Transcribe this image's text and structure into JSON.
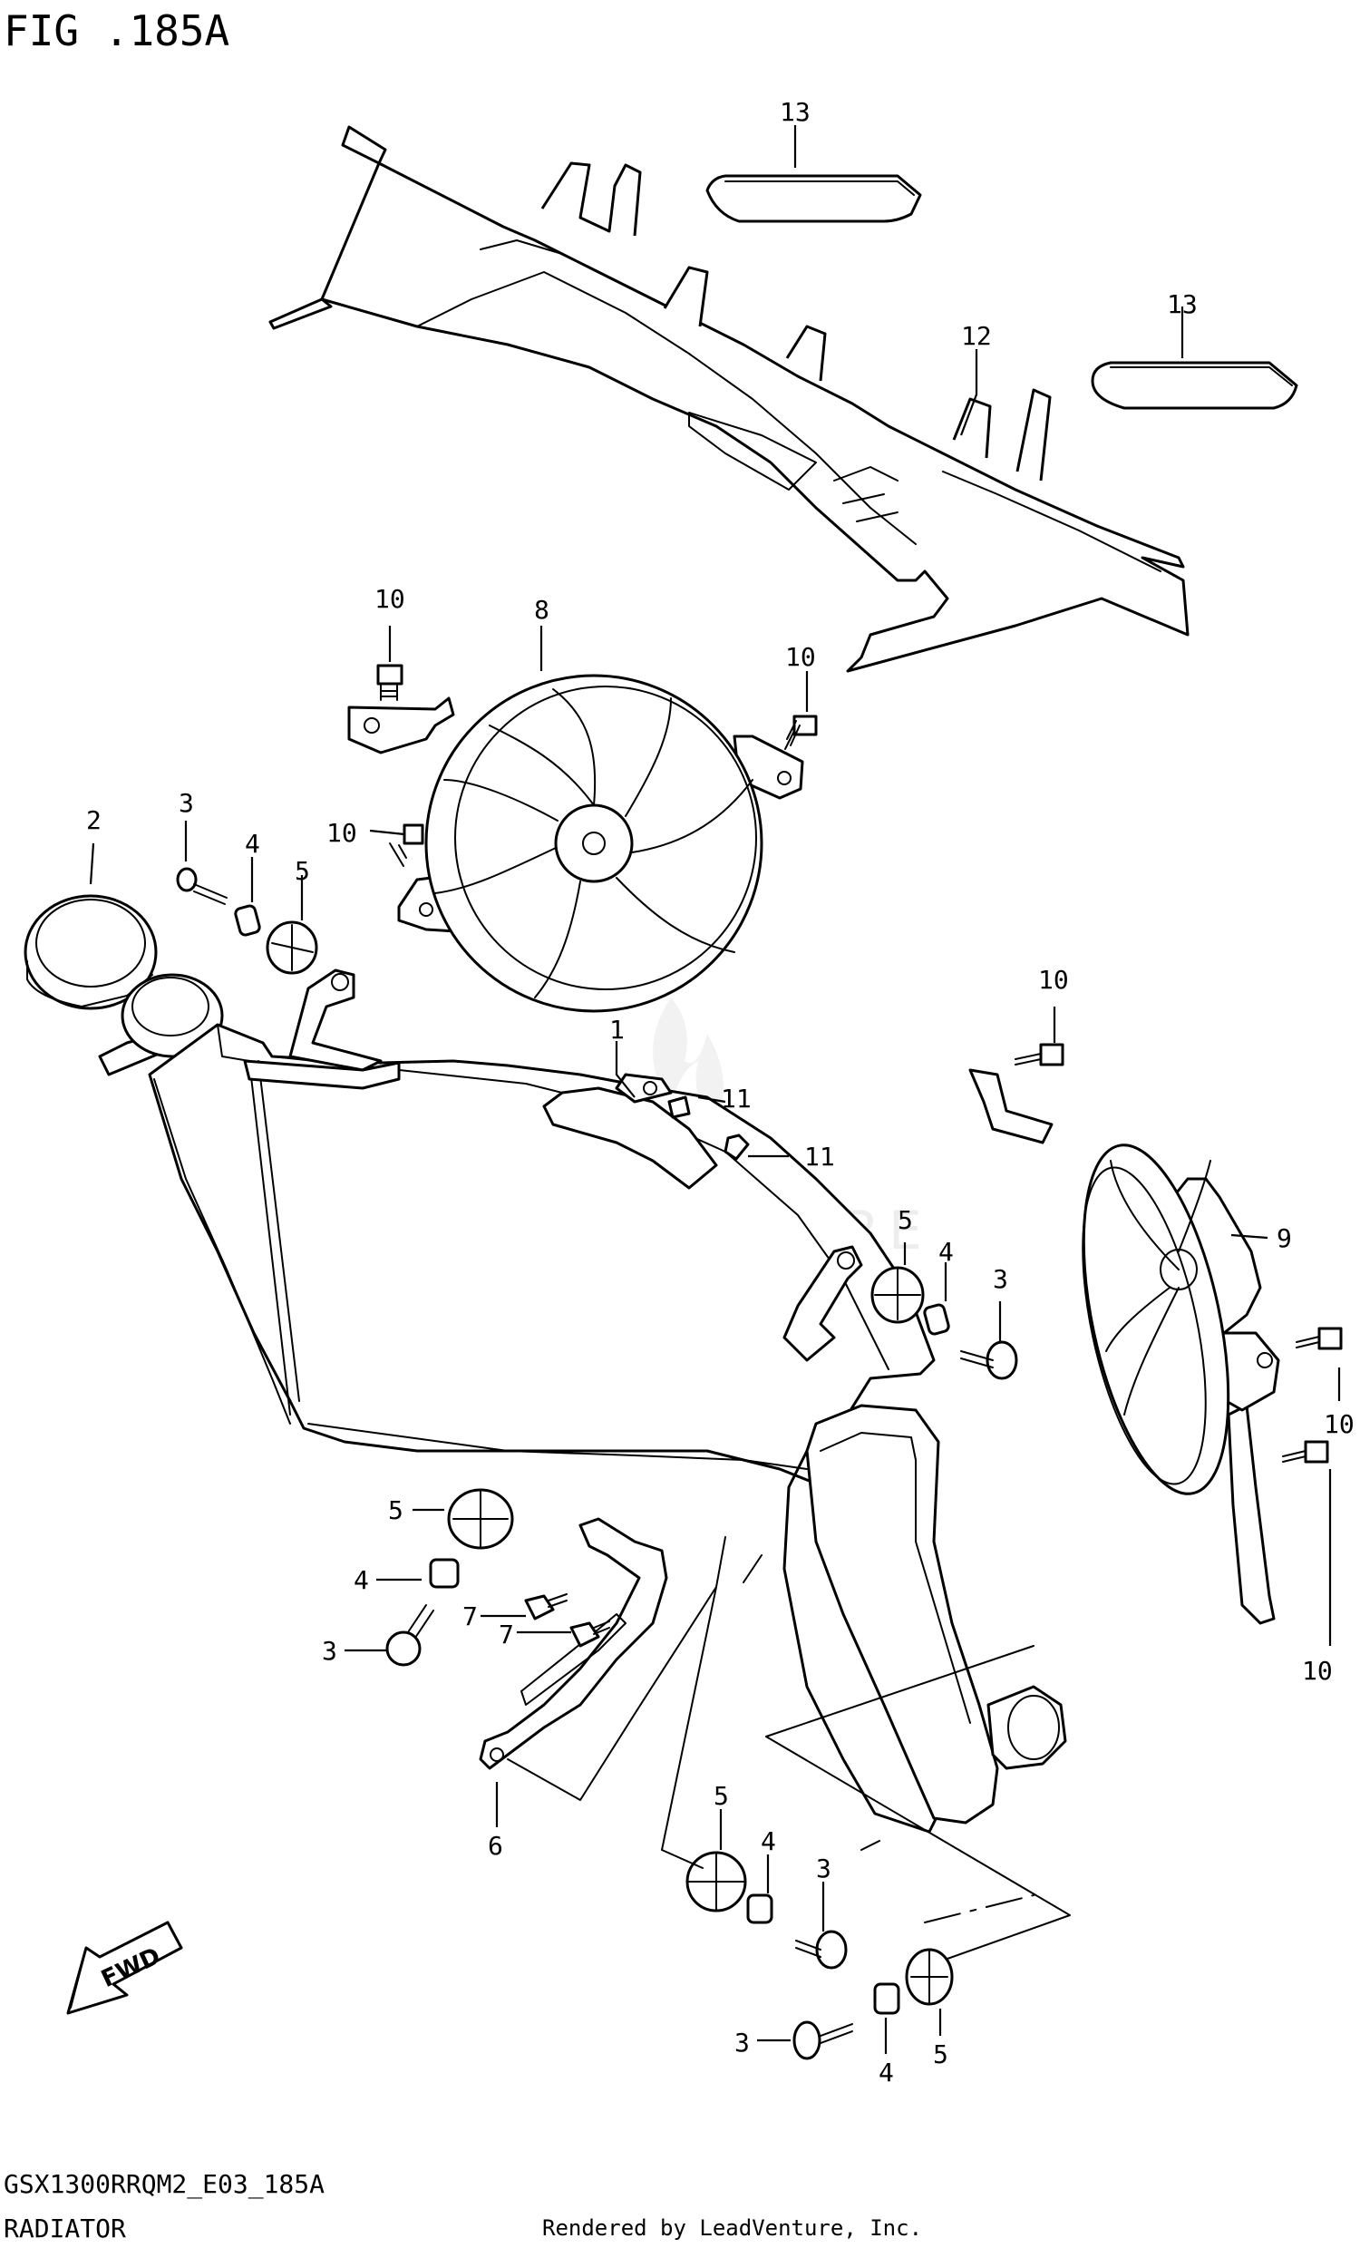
{
  "figure": {
    "title": "FIG .185A",
    "model_code": "GSX1300RRQM2_E03_185A",
    "section_name": "RADIATOR",
    "rendered_by": "Rendered by LeadVenture, Inc.",
    "watermark": "LEADVENTURE",
    "direction_badge": "FWD"
  },
  "callouts": [
    {
      "id": "c13a",
      "text": "13"
    },
    {
      "id": "c13b",
      "text": "13"
    },
    {
      "id": "c12",
      "text": "12"
    },
    {
      "id": "c10a",
      "text": "10"
    },
    {
      "id": "c8",
      "text": "8"
    },
    {
      "id": "c10b",
      "text": "10"
    },
    {
      "id": "c10c",
      "text": "10"
    },
    {
      "id": "c2",
      "text": "2"
    },
    {
      "id": "c3a",
      "text": "3"
    },
    {
      "id": "c4a",
      "text": "4"
    },
    {
      "id": "c5a",
      "text": "5"
    },
    {
      "id": "c1",
      "text": "1"
    },
    {
      "id": "c11a",
      "text": "11"
    },
    {
      "id": "c11b",
      "text": "11"
    },
    {
      "id": "c10d",
      "text": "10"
    },
    {
      "id": "c9",
      "text": "9"
    },
    {
      "id": "c5b",
      "text": "5"
    },
    {
      "id": "c4b",
      "text": "4"
    },
    {
      "id": "c3b",
      "text": "3"
    },
    {
      "id": "c10e",
      "text": "10"
    },
    {
      "id": "c10f",
      "text": "10"
    },
    {
      "id": "c5c",
      "text": "5"
    },
    {
      "id": "c4c",
      "text": "4"
    },
    {
      "id": "c7a",
      "text": "7"
    },
    {
      "id": "c7b",
      "text": "7"
    },
    {
      "id": "c3c",
      "text": "3"
    },
    {
      "id": "c6",
      "text": "6"
    },
    {
      "id": "c5d",
      "text": "5"
    },
    {
      "id": "c4d",
      "text": "4"
    },
    {
      "id": "c3d",
      "text": "3"
    },
    {
      "id": "c3e",
      "text": "3"
    },
    {
      "id": "c4e",
      "text": "4"
    },
    {
      "id": "c5e",
      "text": "5"
    }
  ]
}
